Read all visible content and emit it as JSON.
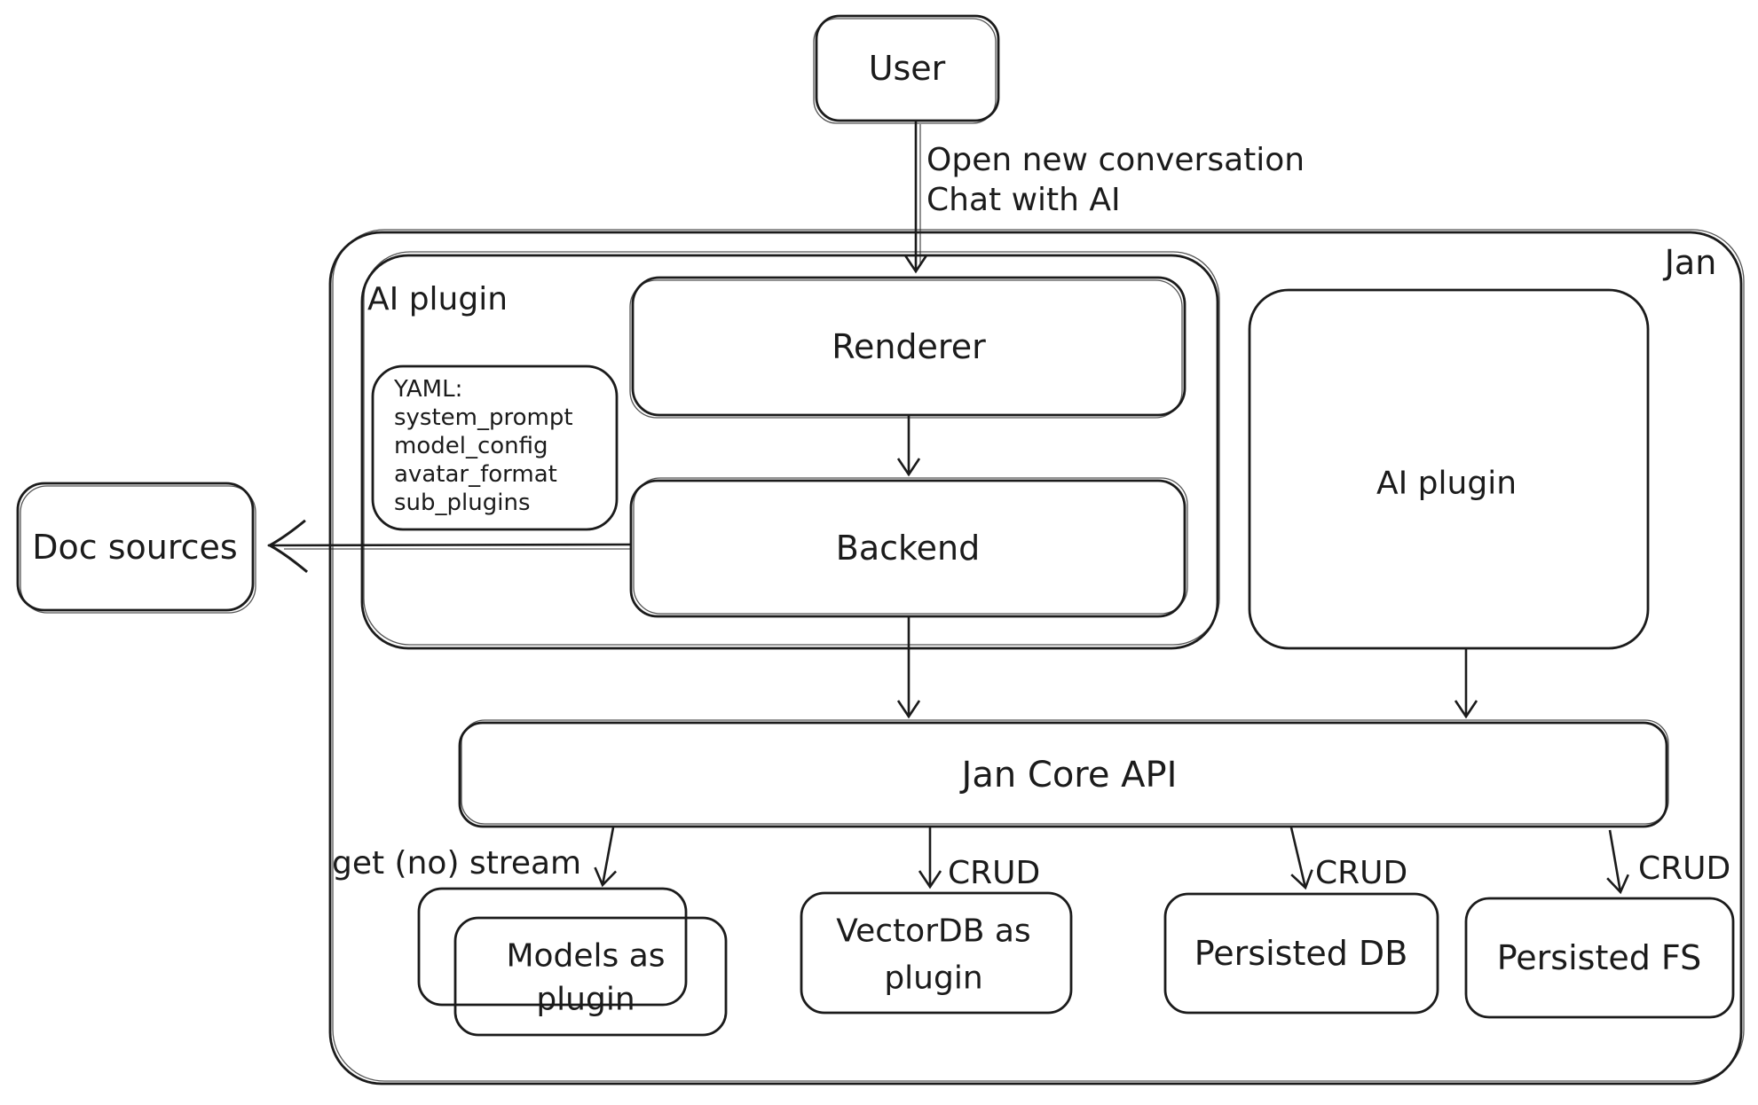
{
  "colors": {
    "stroke": "#1b1b1b",
    "background": "#ffffff"
  },
  "diagram": {
    "user": "User",
    "jan": "Jan",
    "ai_plugin_left": "AI plugin",
    "renderer": "Renderer",
    "backend": "Backend",
    "doc_sources": "Doc sources",
    "ai_plugin_right": "AI plugin",
    "jan_core_api": "Jan Core API",
    "yaml_note": [
      "YAML:",
      "system_prompt",
      "model_config",
      "avatar_format",
      "sub_plugins"
    ],
    "models_plugin": [
      "Models as",
      "plugin"
    ],
    "vectordb_plugin": [
      "VectorDB as",
      "plugin"
    ],
    "persisted_db": "Persisted DB",
    "persisted_fs": "Persisted FS",
    "edge_labels": {
      "user_open": "Open new conversation",
      "user_chat": "Chat with AI",
      "stream": "get (no) stream",
      "crud_vectordb": "CRUD",
      "crud_db": "CRUD",
      "crud_fs": "CRUD"
    }
  }
}
